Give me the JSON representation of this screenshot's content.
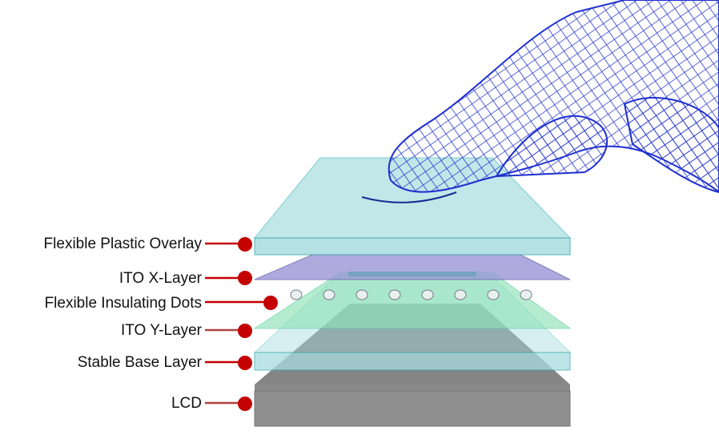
{
  "labels": [
    {
      "text": "Flexible Plastic Overlay"
    },
    {
      "text": "ITO X-Layer"
    },
    {
      "text": "Flexible Insulating Dots"
    },
    {
      "text": "ITO Y-Layer"
    },
    {
      "text": "Stable Base Layer"
    },
    {
      "text": "LCD"
    }
  ],
  "colors": {
    "overlay": "#a8dde0",
    "ito_x": "#9a96d6",
    "ito_y": "#8fe3b8",
    "base": "#a8dde0",
    "lcd": "#8c8c8c",
    "marker": "#c40000",
    "hand": "#2233cc"
  }
}
